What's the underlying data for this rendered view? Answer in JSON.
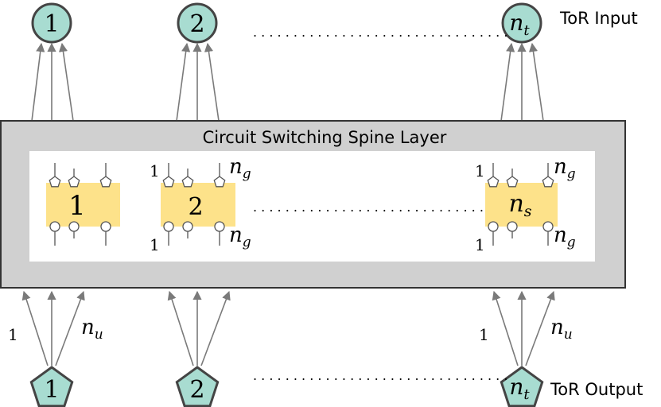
{
  "diagram": {
    "spine_layer_title": "Circuit Switching Spine Layer",
    "tor_input_label": "ToR Input",
    "tor_output_label": "ToR Output",
    "ellipsis": ". . . . . . . . . . . . . . . . . . . . . . . . . . . . . . . .",
    "tor_inputs": [
      {
        "label": "1"
      },
      {
        "label": "2"
      },
      {
        "label": "n",
        "sub": "t"
      }
    ],
    "tor_outputs": [
      {
        "label": "1"
      },
      {
        "label": "2"
      },
      {
        "label": "n",
        "sub": "t"
      }
    ],
    "uplink_labels": {
      "first": "1",
      "last": "n",
      "last_sub": "u"
    },
    "switches": [
      {
        "label": "1",
        "port_labels": false
      },
      {
        "label": "2",
        "port_labels": true
      },
      {
        "label": "n",
        "sub": "s",
        "port_labels": true
      }
    ],
    "switch_port_labels": {
      "first": "1",
      "last": "n",
      "last_sub": "g"
    },
    "colors": {
      "node_fill": "#a8dcd1",
      "node_stroke": "#444444",
      "spine_fill": "#d0d0d0",
      "switch_fill": "#fde28a",
      "arrow": "#7a7a7a"
    }
  }
}
